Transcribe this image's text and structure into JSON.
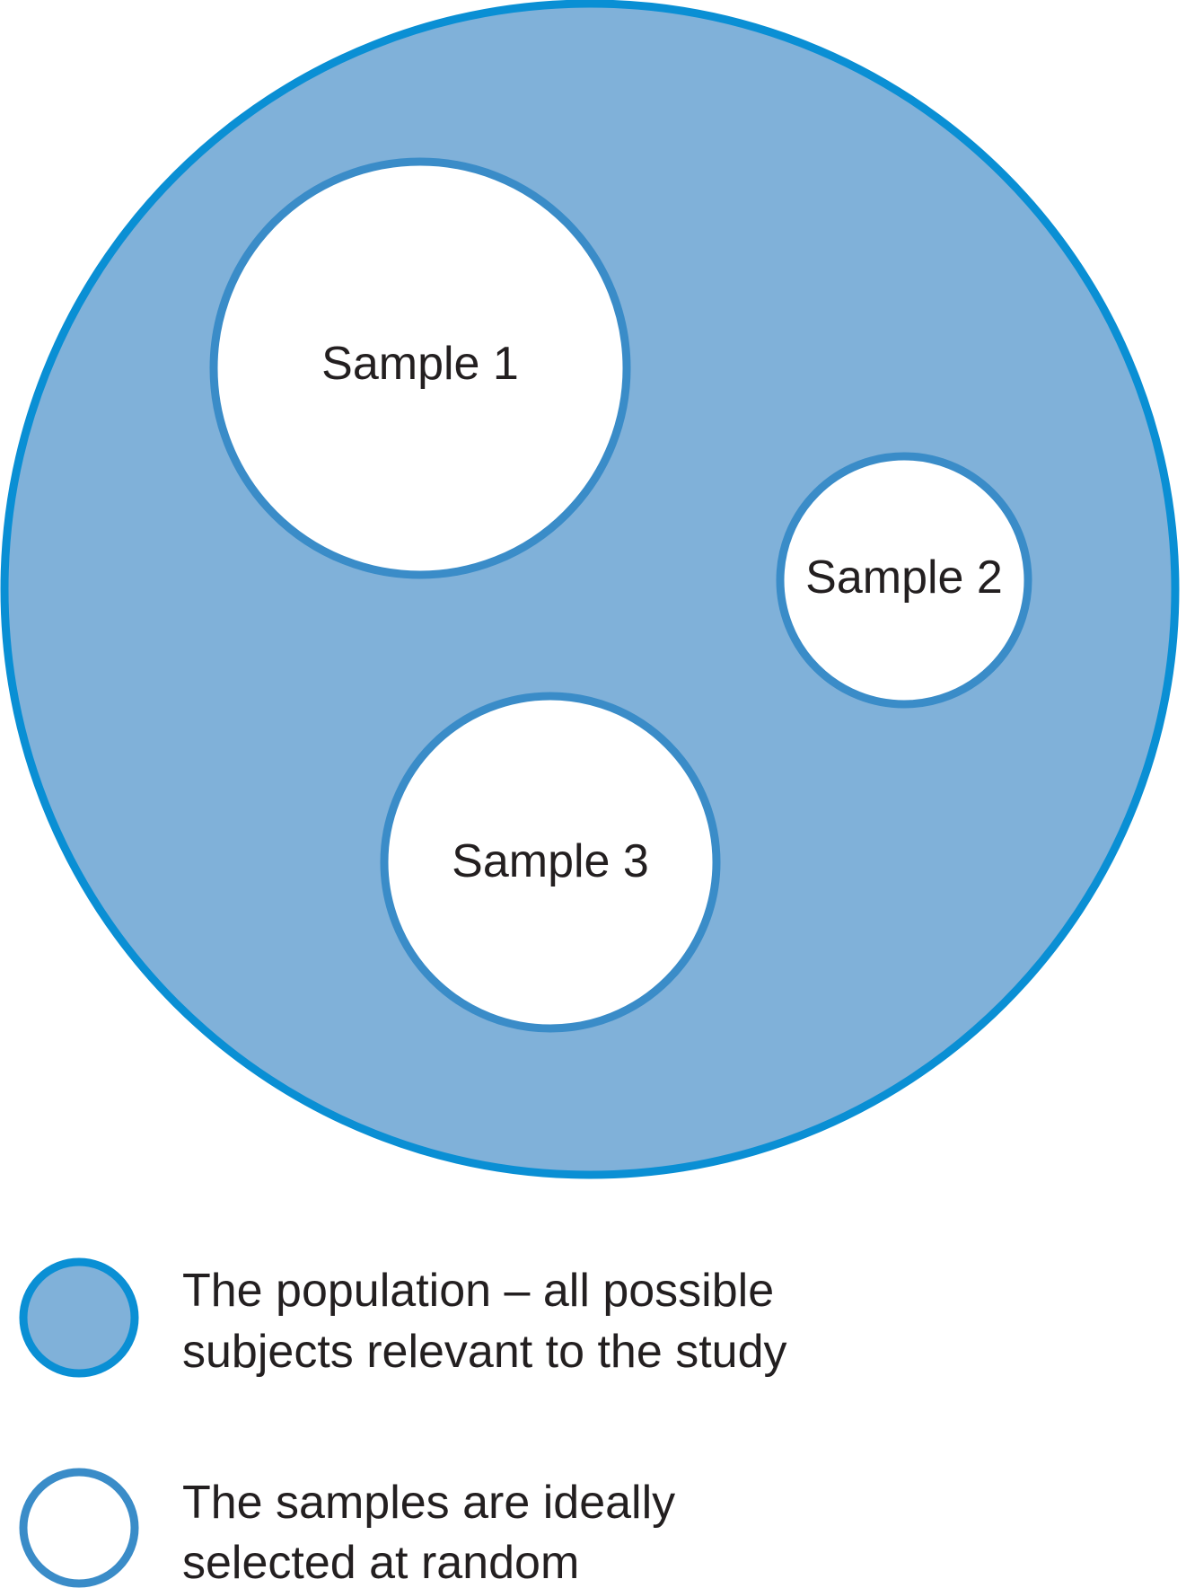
{
  "colors": {
    "population_fill": "#80b1d9",
    "population_stroke": "#0a8fd4",
    "sample_fill": "#ffffff",
    "sample_stroke": "#3a8cc8",
    "text": "#231f20"
  },
  "diagram": {
    "samples": [
      {
        "label": "Sample 1"
      },
      {
        "label": "Sample 2"
      },
      {
        "label": "Sample 3"
      }
    ]
  },
  "legend": {
    "population": {
      "line1": "The population – all possible",
      "line2": "subjects relevant to the study"
    },
    "samples": {
      "line1": "The samples are ideally",
      "line2": "selected at random"
    }
  }
}
